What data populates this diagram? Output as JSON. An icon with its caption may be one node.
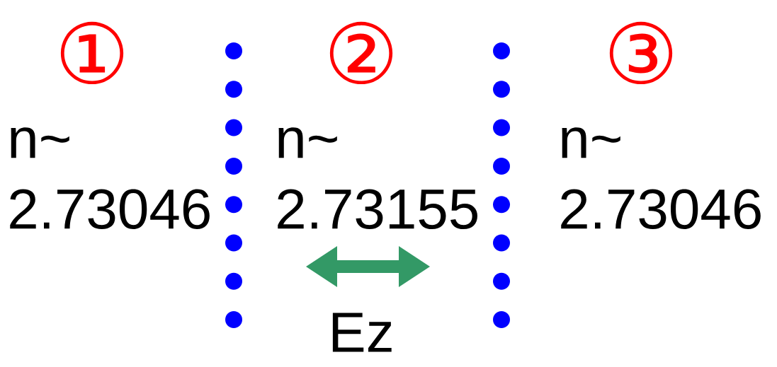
{
  "diagram": {
    "labels": [
      "①",
      "②",
      "③",
      "n~ 2.73046",
      "n~ 2.73155",
      "n~ 2.73046",
      "Ez"
    ]
  }
}
